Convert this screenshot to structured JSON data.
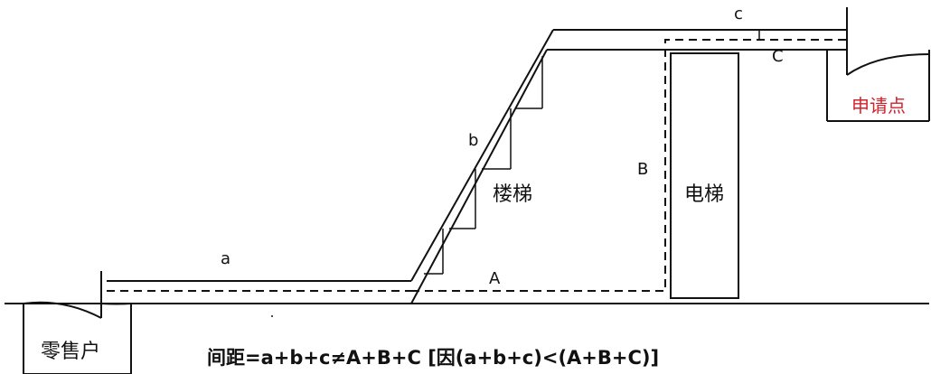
{
  "labels": {
    "a": "a",
    "b": "b",
    "c": "c",
    "A": "A",
    "B": "B",
    "C": "C"
  },
  "places": {
    "retailer": "零售户",
    "applicant": "申请点",
    "stairs": "楼梯",
    "elevator": "电梯"
  },
  "formula": "间距=a+b+c≠A+B+C [因(a+b+c)<(A+B+C)]",
  "colors": {
    "line": "#111111",
    "applicant_text": "#d3202a",
    "applicant_border": "#d3202a"
  }
}
